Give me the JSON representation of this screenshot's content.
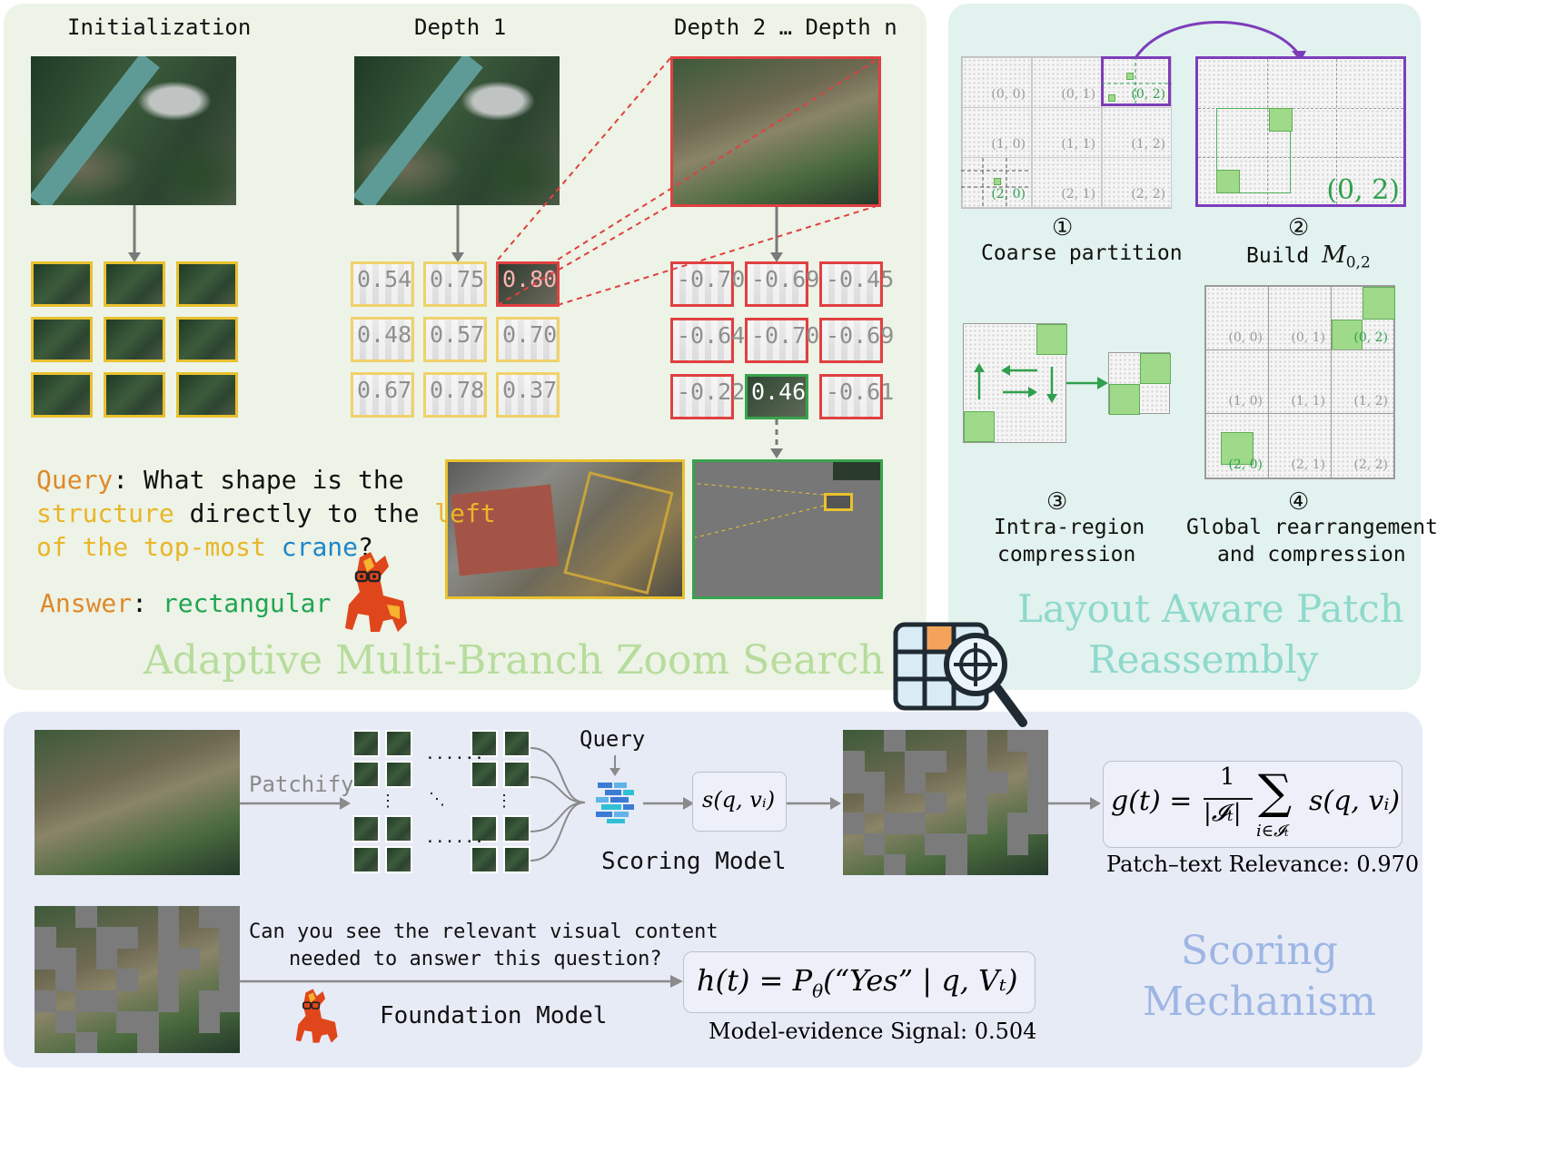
{
  "top_left": {
    "headers": {
      "init": "Initialization",
      "depth1": "Depth 1",
      "depthn": "Depth 2 … Depth n"
    },
    "depth1_scores": [
      "0.54",
      "0.75",
      "0.80",
      "0.48",
      "0.57",
      "0.70",
      "0.67",
      "0.78",
      "0.37"
    ],
    "depthn_scores": [
      "-0.70",
      "-0.69",
      "-0.45",
      "-0.64",
      "-0.70",
      "-0.69",
      "-0.22",
      "0.46",
      "-0.61"
    ],
    "query_label": "Query",
    "query_text": {
      "p1": ": What shape is the",
      "w_structure": "structure",
      "p2": " directly to the ",
      "w_left": "left",
      "w_of_top_most": "of the top-most",
      "w_crane": "crane",
      "p3": "?"
    },
    "answer_label": "Answer",
    "answer_sep": ":",
    "answer_value": "rectangular",
    "title": "Adaptive Multi-Branch Zoom Search"
  },
  "top_right": {
    "coarse_cells": [
      "(0, 0)",
      "(0, 1)",
      "(0, 2)",
      "(1, 0)",
      "(1, 1)",
      "(1, 2)",
      "(2, 0)",
      "(2, 1)",
      "(2, 2)"
    ],
    "build_label": "(0, 2)",
    "global_cells": [
      "(0, 0)",
      "(0, 1)",
      "(0, 2)",
      "(1, 0)",
      "(1, 1)",
      "(1, 2)",
      "(2, 0)",
      "(2, 1)",
      "(2, 2)"
    ],
    "step1_num": "①",
    "step1": "Coarse partition",
    "step2_num": "②",
    "step2_prefix": "Build ",
    "step2_math": "M",
    "step2_sub": "0,2",
    "step3_num": "③",
    "step3_l1": "Intra-region",
    "step3_l2": "compression",
    "step4_num": "④",
    "step4_l1": "Global rearrangement",
    "step4_l2": "and compression",
    "title_l1": "Layout Aware Patch",
    "title_l2": "Reassembly"
  },
  "bottom": {
    "patchify": "Patchify",
    "query": "Query",
    "dots_h": "......",
    "dots_v": "⋮",
    "dots_d": "⋱",
    "score_formula": "s(q, vᵢ)",
    "scoring_model": "Scoring Model",
    "g_formula_lhs": "g(t) =",
    "g_num": "1",
    "g_den": "|𝓘ₜ|",
    "g_sum": "∑",
    "g_sum_sub": "i∈𝓘ₜ",
    "g_term": "s(q, vᵢ)",
    "relevance": "Patch–text Relevance: 0.970",
    "question_l1": "Can you see the relevant visual content",
    "question_l2": "needed to answer this question?",
    "foundation_model": "Foundation Model",
    "h_formula": "h(t) = P",
    "h_sub": "θ",
    "h_rest": "(“Yes” | q, Vₜ)",
    "evidence": "Model-evidence Signal: 0.504",
    "title_l1": "Scoring",
    "title_l2": "Mechanism"
  },
  "colors": {
    "panel_top_left": "#edf3e6",
    "panel_top_right": "#e2f2ee",
    "panel_bottom": "#e7ebf6",
    "title_green": "#b7dc9c",
    "title_teal": "#8ed9cc",
    "title_blue": "#9eb6e4",
    "query_orange": "#e0882a",
    "structure_yellow": "#e9b62a",
    "crane_blue": "#1f86c8",
    "answer_green": "#21a553",
    "tile_yellow": "#e9c12e",
    "tile_red": "#e04040",
    "tile_green": "#37a34c",
    "purple": "#7d3dbb"
  }
}
